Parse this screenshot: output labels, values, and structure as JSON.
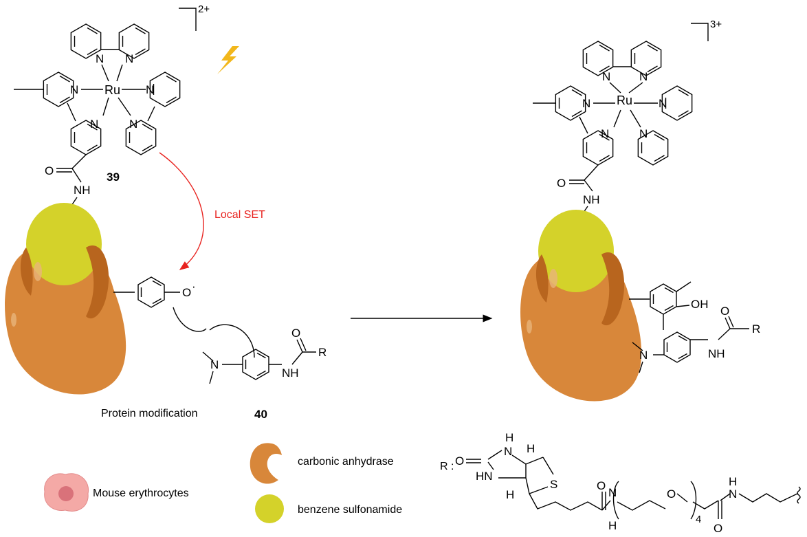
{
  "labels": {
    "compound_39": "39",
    "compound_40": "40",
    "local_set": "Local SET",
    "protein_modification": "Protein modification",
    "charge_left": "2+",
    "charge_right": "3+",
    "r_prefix": "R :",
    "subscript_4": "4"
  },
  "atoms": {
    "N": "N",
    "Ru": "Ru",
    "O": "O",
    "NH": "NH",
    "R": "R",
    "OH": "OH",
    "H": "H",
    "HN": "HN",
    "S": "S",
    "dot": "·"
  },
  "legend": {
    "erythrocytes": "Mouse erythrocytes",
    "anhydrase": "carbonic anhydrase",
    "sulfonamide": "benzene sulfonamide"
  },
  "colors": {
    "protein": "#d8873a",
    "protein_dark": "#b8651e",
    "ligand": "#d4d22a",
    "set_arrow": "#e8231f",
    "lightning": "#f2b71b",
    "cell": "#f4a9a6",
    "cell_nucleus": "#d9727a"
  }
}
